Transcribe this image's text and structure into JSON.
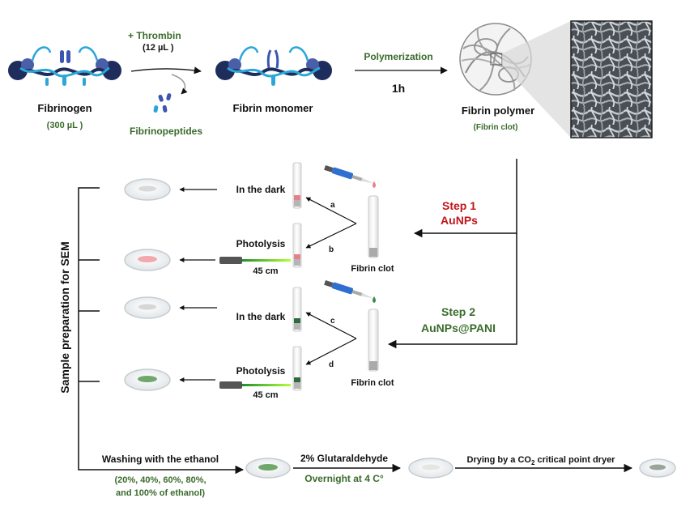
{
  "top": {
    "thrombin": "+ Thrombin",
    "thrombin_vol": "(12 µL )",
    "fibrinogen": "Fibrinogen",
    "fibrinogen_vol": "(300 µL )",
    "fibrinopeptides": "Fibrinopeptides",
    "monomer": "Fibrin monomer",
    "polymerization": "Polymerization",
    "time": "1h",
    "polymer": "Fibrin polymer",
    "clot_note": "(Fibrin clot)"
  },
  "side_label": "Sample preparation for SEM",
  "steps": {
    "step1_title": "Step 1",
    "step1_sub": "AuNPs",
    "step2_title": "Step 2",
    "step2_sub": "AuNPs@PANI"
  },
  "branches": {
    "dark": "In the dark",
    "photolysis": "Photolysis",
    "distance": "45 cm",
    "clot": "Fibrin clot",
    "a": "a",
    "b": "b",
    "c": "c",
    "d": "d"
  },
  "bottom": {
    "washing": "Washing with the ethanol",
    "ethanol_1": "(20%, 40%, 60%, 80%,",
    "ethanol_2": "and 100% of ethanol)",
    "glut": "2% Glutaraldehyde",
    "overnight": "Overnight at 4 C°",
    "drying_pre": "Drying by a CO",
    "drying_sub": "2",
    "drying_post": " critical point dryer"
  },
  "colors": {
    "molecule_dark": "#1e2d5c",
    "molecule_light": "#2aa7d9",
    "text_green": "#3a6b2c",
    "text_red": "#c0161c",
    "aunp_pink": "#e8808a",
    "pani_green": "#2e6b3a"
  }
}
